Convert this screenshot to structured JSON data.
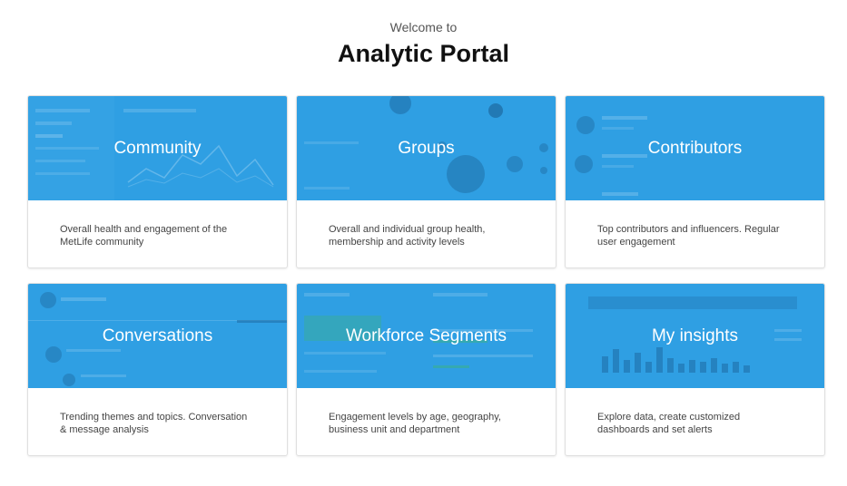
{
  "header": {
    "welcome": "Welcome to",
    "title": "Analytic Portal"
  },
  "cards": [
    {
      "title": "Community",
      "description": "Overall health and engagement of the MetLife community"
    },
    {
      "title": "Groups",
      "description": "Overall and individual group health, membership and activity levels"
    },
    {
      "title": "Contributors",
      "description": "Top contributors and influencers. Regular user engagement"
    },
    {
      "title": "Conversations",
      "description": "Trending themes and topics. Conversation & message analysis"
    },
    {
      "title": "Workforce Segments",
      "description": "Engagement levels by age, geography, business unit and department"
    },
    {
      "title": "My insights",
      "description": "Explore data, create customized dashboards and set alerts"
    }
  ],
  "theme": {
    "banner_color": "#2f9fe3",
    "background": "#ffffff"
  }
}
